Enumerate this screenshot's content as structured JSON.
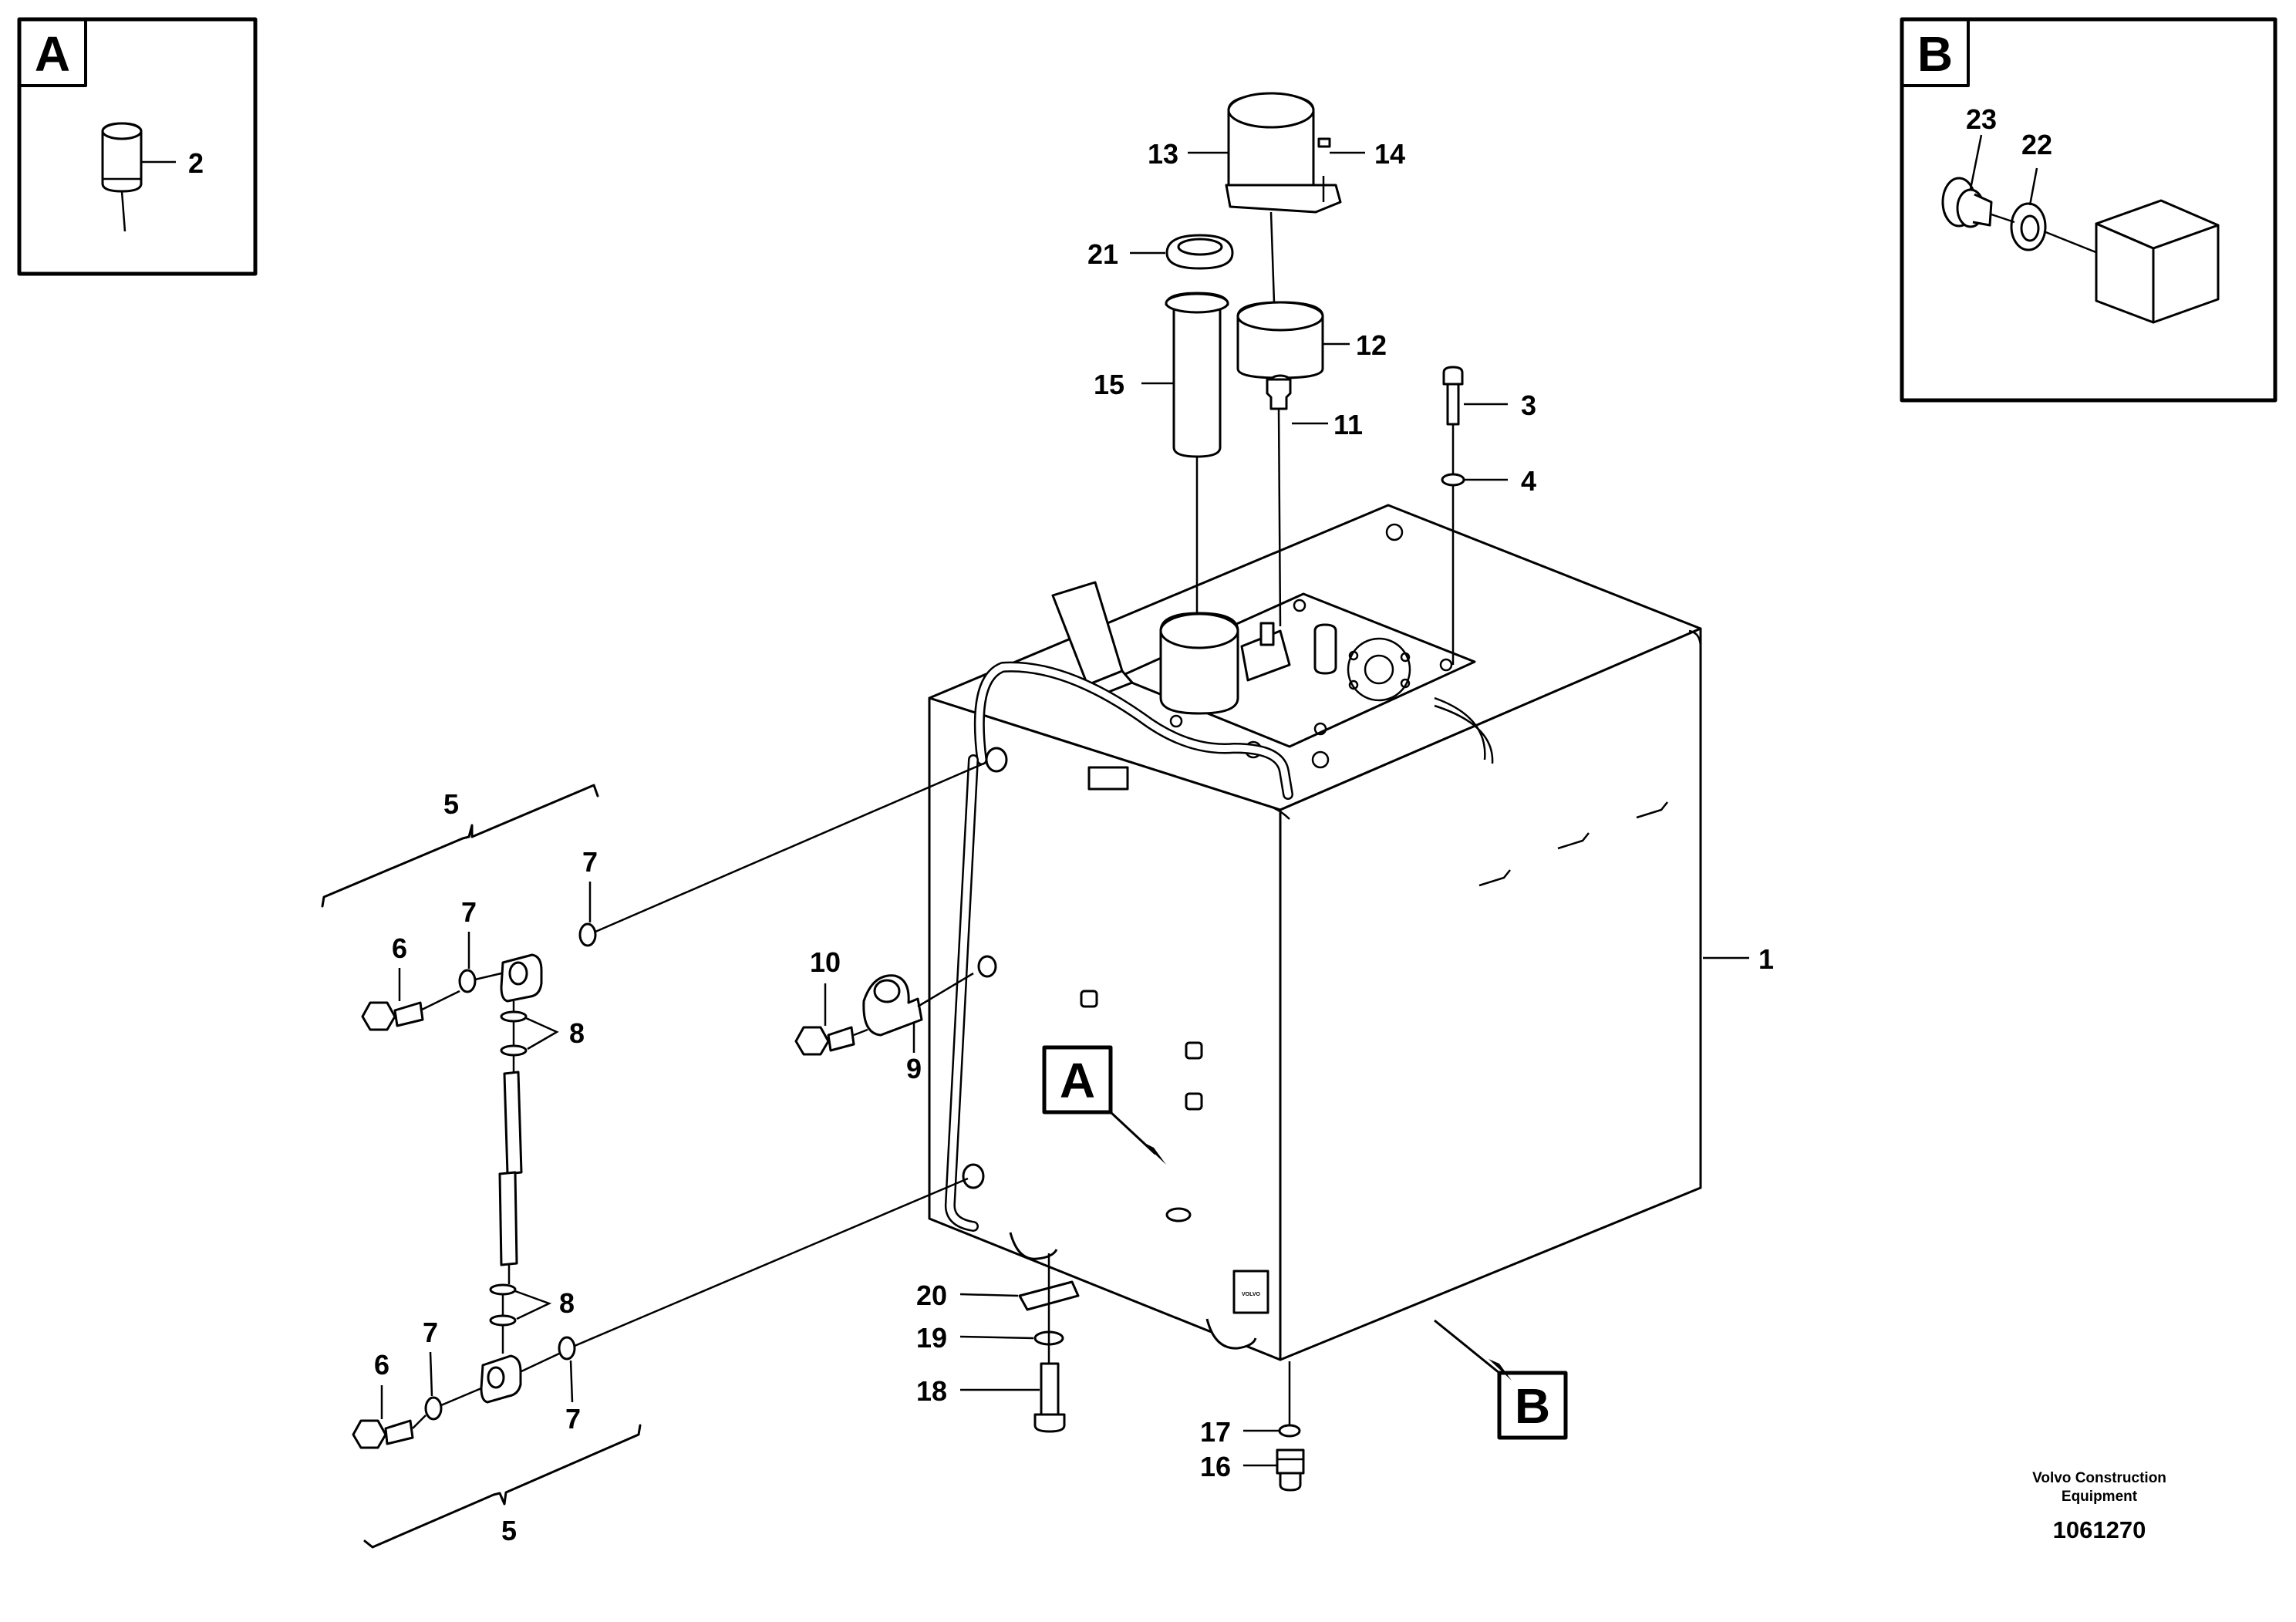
{
  "detail_views": [
    {
      "id": "A",
      "label": "A",
      "callouts": [
        "2"
      ]
    },
    {
      "id": "B",
      "label": "B",
      "callouts": [
        "23",
        "22"
      ]
    }
  ],
  "view_markers": [
    {
      "id": "A",
      "label": "A"
    },
    {
      "id": "B",
      "label": "B"
    }
  ],
  "callouts": {
    "c1": "1",
    "c2": "2",
    "c3": "3",
    "c4": "4",
    "c5_top": "5",
    "c5_bottom": "5",
    "c6_top": "6",
    "c6_bottom": "6",
    "c7_a": "7",
    "c7_b": "7",
    "c7_c": "7",
    "c7_d": "7",
    "c8_top": "8",
    "c8_bottom": "8",
    "c9": "9",
    "c10": "10",
    "c11": "11",
    "c12": "12",
    "c13": "13",
    "c14": "14",
    "c15": "15",
    "c16": "16",
    "c17": "17",
    "c18": "18",
    "c19": "19",
    "c20": "20",
    "c21": "21",
    "c22": "22",
    "c23": "23"
  },
  "tank_plate_text": "VOLVO",
  "footer": {
    "company_line1": "Volvo Construction",
    "company_line2": "Equipment",
    "document_number": "1061270"
  }
}
